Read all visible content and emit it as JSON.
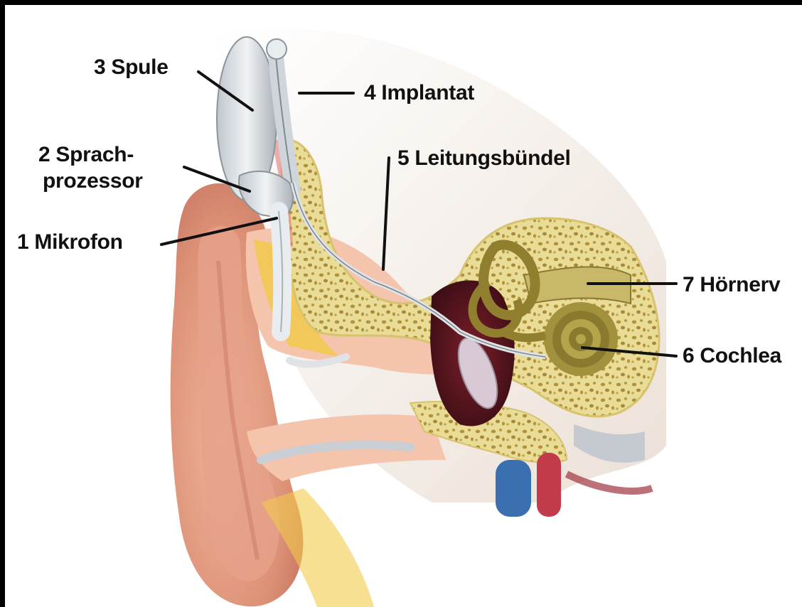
{
  "labels": {
    "spule": "3 Spule",
    "implantat": "4 Implantat",
    "sprachprozessor_line1": "2 Sprach-",
    "sprachprozessor_line2": "prozessor",
    "leitungsbuendel": "5 Leitungsbündel",
    "mikrofon": "1 Mikrofon",
    "hoernerv": "7 Hörnerv",
    "cochlea": "6 Cochlea"
  },
  "colors": {
    "skin": "#e8a88f",
    "skin_dark": "#c97a66",
    "bone": "#e8d98a",
    "bone_pores": "#b89a3c",
    "soft_tissue": "#f0c0a8",
    "fat": "#f2c94c",
    "device": "#d9dde0",
    "cochlea": "#9a8a3a",
    "vein": "#3a6fb0",
    "artery": "#c23b4a",
    "label_text": "#111111"
  }
}
